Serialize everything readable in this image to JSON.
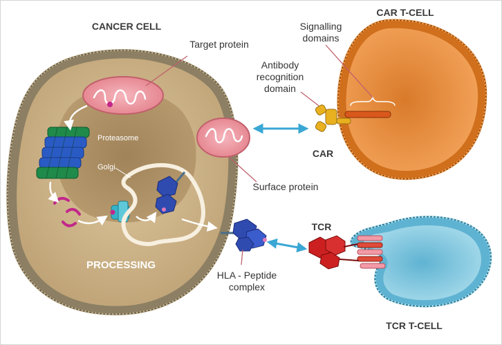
{
  "labels": {
    "cancer_cell": "CANCER CELL",
    "car_t_cell": "CAR T-CELL",
    "tcr_t_cell": "TCR T-CELL",
    "target_protein": "Target protein",
    "signalling_domains_l1": "Signalling",
    "signalling_domains_l2": "domains",
    "antibody_l1": "Antibody",
    "antibody_l2": "recognition",
    "antibody_l3": "domain",
    "car": "CAR",
    "tcr": "TCR",
    "proteasome": "Proteasome",
    "golgi": "Golgi",
    "surface_protein": "Surface protein",
    "processing": "PROCESSING",
    "hla_l1": "HLA - Peptide",
    "hla_l2": "complex"
  },
  "colors": {
    "cancer_membrane": "#8a7d62",
    "cancer_cytoplasm": "#cdb48a",
    "nucleus": "#a88a5f",
    "car_cell": "#e07a1f",
    "tcr_cell": "#7ec3da",
    "protein_pink": "#e68c95",
    "arrow_blue": "#3aa7d4",
    "magenta": "#c2278a",
    "proteasome_green": "#1f8a4a",
    "proteasome_blue": "#2a5bc4",
    "hla_blue": "#2f4bb0",
    "tcr_red": "#cc2020",
    "car_yellow": "#e9b020"
  }
}
